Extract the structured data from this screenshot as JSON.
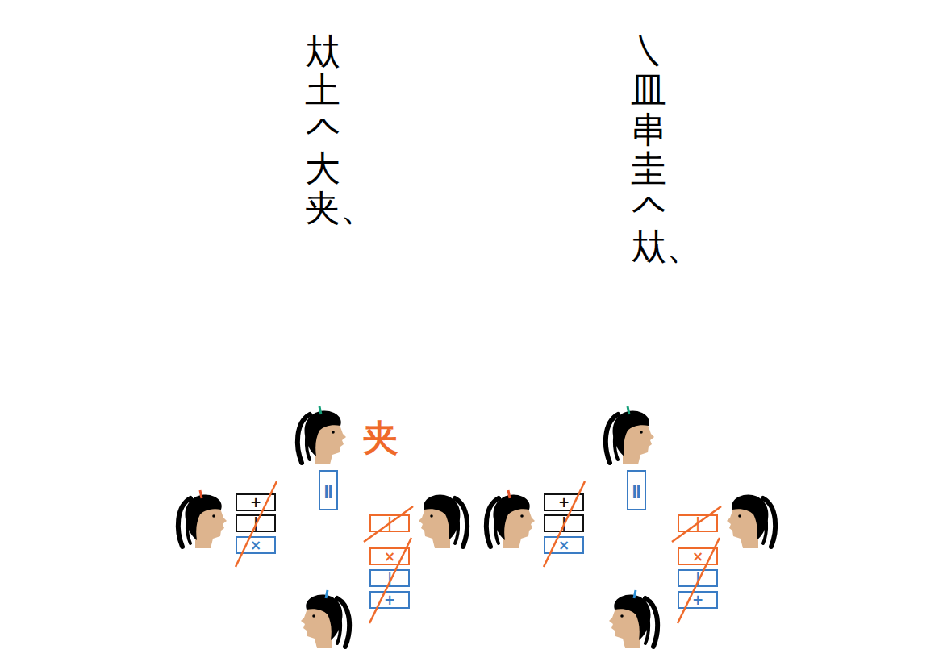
{
  "diagram": {
    "nodes": [
      {
        "text": [
          "ǁ"
        ]
      },
      {
        "text": [
          "+"
        ]
      },
      {
        "text": [
          "|"
        ]
      },
      {
        "text": [
          "×"
        ]
      },
      {
        "text": [
          "|"
        ]
      },
      {
        "text": [
          "×"
        ]
      },
      {
        "text": [
          "|"
        ]
      },
      {
        "text": [
          "+"
        ]
      },
      {
        "text": [
          "ǁ"
        ]
      },
      {
        "text": [
          "+"
        ]
      },
      {
        "text": [
          "|"
        ]
      },
      {
        "text": [
          "×"
        ]
      },
      {
        "text": [
          "|"
        ]
      },
      {
        "text": [
          "×"
        ]
      },
      {
        "text": [
          "|"
        ]
      },
      {
        "text": [
          "+"
        ]
      }
    ],
    "labels": [
      "夶土𠆢大夹、",
      "夹",
      "㇏皿串圭𠆢夶、"
    ]
  }
}
